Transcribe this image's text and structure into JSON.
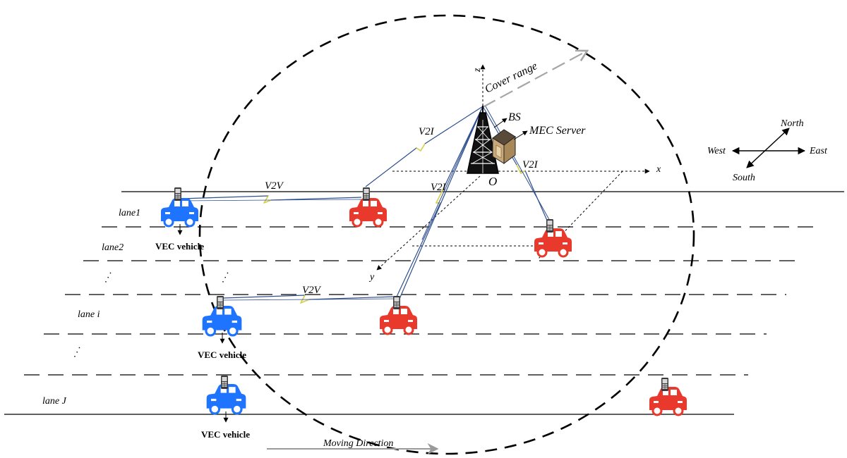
{
  "diagram": {
    "labels": {
      "cover_range": "Cover range",
      "bs": "BS",
      "mec_server": "MEC Server",
      "origin": "O",
      "axis_x": "x",
      "axis_y": "y",
      "axis_z": "z",
      "v2i_1": "V2I",
      "v2i_2": "V2I",
      "v2i_3": "V2I",
      "v2v_1": "V2V",
      "v2v_2": "V2V",
      "moving_direction": "Moving Direction"
    },
    "compass": {
      "north": "North",
      "south": "South",
      "east": "East",
      "west": "West"
    },
    "lanes": [
      "lane1",
      "lane2",
      "lane i",
      "lane J"
    ],
    "lane_ellipsis": "· · ·",
    "vec_vehicle_label": "VEC vehicle",
    "colors": {
      "vec_vehicle": "#1f74ff",
      "regular_vehicle": "#e8392c",
      "link": "#2f4f8f",
      "coverage": "#000000",
      "cover_arrow": "#a6a6a6"
    },
    "icons": [
      "car-icon",
      "phone-icon",
      "tower-icon",
      "server-icon",
      "compass-icon"
    ]
  }
}
